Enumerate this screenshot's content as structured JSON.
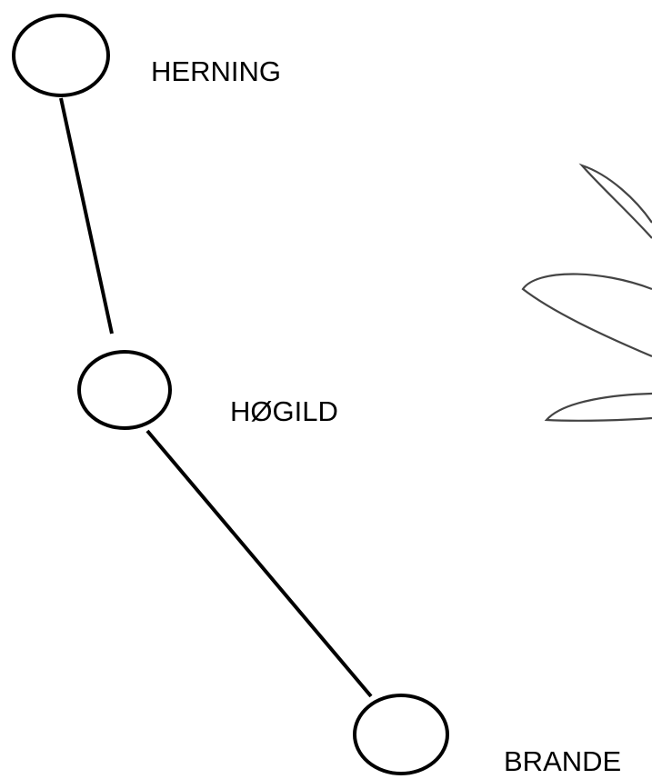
{
  "diagram": {
    "nodes": [
      {
        "id": "herning",
        "label": "HERNING"
      },
      {
        "id": "hogild",
        "label": "HØGILD"
      },
      {
        "id": "brande",
        "label": "BRANDE"
      }
    ],
    "edges": [
      {
        "from": "herning",
        "to": "hogild"
      },
      {
        "from": "hogild",
        "to": "brande"
      }
    ],
    "decoration": {
      "icon": "leaf-sketch-icon"
    }
  }
}
